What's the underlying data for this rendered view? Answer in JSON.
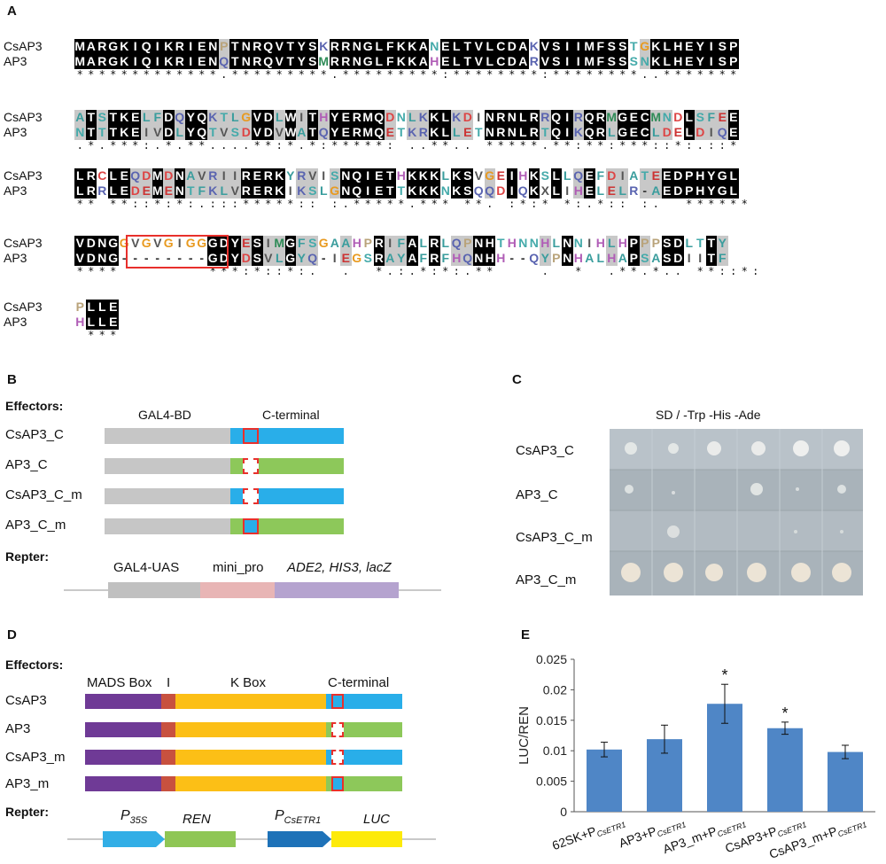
{
  "panels": {
    "A": "A",
    "B": "B",
    "C": "C",
    "D": "D",
    "E": "E"
  },
  "alignment": {
    "blocks": [
      {
        "row1_name": "CsAP3",
        "row2_name": "AP3",
        "row1": "MARGKIQIKRIENPTNRQVTYSKRRNGLFKKANELTVLCDAKVSIIMFSSTGKLHEYISP",
        "row2": "MARGKIQIKRIENQTNRQVTYSMRRNGLFKKAHELTVLCDARVSIIMFSSSNKLHEYISP",
        "cons": "*************.*********.*********:********:********..*******"
      },
      {
        "row1_name": "CsAP3",
        "row2_name": "AP3",
        "row1": "ATSTKELFDQYQKTLGVDLWITHYERMQDNLKKLKDINRNLRRQIRQRMGECMNDLSFEE",
        "row2": "NTTTKEIVDLYQTVSDVDVWATQYERMQETKRKLLETNRNLRTQIKQRLGECLDELDIQE",
        "cons": ".*.***:.*.**....**:*.*:*****: ..**.. *****.**:**:***::*:.::*"
      },
      {
        "row1_name": "CsAP3",
        "row2_name": "AP3",
        "row1": "LRCLEQDMDNAVRIIRERKYRVISNQIETHKKKLKSVGEIHKSLLQEFDIATEEDPHYGL",
        "row2": "LRRLEDEMENTFKLVRERKIKSLGNQIETTKKKNKSQQDIQKXLIHELELR-AEDPHYGL",
        "cons": "** **::*:*:.:::*****:: :.*****.*** **. :*:* *:.*:: :.  ******"
      },
      {
        "row1_name": "CsAP3",
        "row2_name": "AP3",
        "row1": "VDNGGVGVGIGGGDYESIMGFSGAAHPRIFALRLQPNHTHNNHLNNIHLHPPPSDLTTY",
        "row2": "VDNG--------GDYDSVLGYQ-IEGSRAYAFRFHQNHH--QYPNHALHAPSASDIITF",
        "cons": "****        ***:*::*:.  .  *.:.*:*:.**    .  *  .**.*.. **::*:"
      },
      {
        "row1_name": "CsAP3",
        "row2_name": "AP3",
        "row1": "PLLE",
        "row2": "HLLE",
        "cons": " ***"
      }
    ]
  },
  "panel_b": {
    "effectors_label": "Effectors:",
    "gal4_bd_label": "GAL4-BD",
    "c_terminal_label": "C-terminal",
    "constructs": [
      "CsAP3_C",
      "AP3_C",
      "CsAP3_C_m",
      "AP3_C_m"
    ],
    "repter_label": "Repter:",
    "reporter_parts": [
      "GAL4-UAS",
      "mini_pro",
      "ADE2, HIS3, lacZ"
    ]
  },
  "panel_c": {
    "title": "SD / -Trp -His -Ade",
    "rows": [
      "CsAP3_C",
      "AP3_C",
      "CsAP3_C_m",
      "AP3_C_m"
    ]
  },
  "panel_d": {
    "effectors_label": "Effectors:",
    "domain_labels": [
      "MADS Box",
      "I",
      "K Box",
      "C-terminal"
    ],
    "constructs": [
      "CsAP3",
      "AP3",
      "CsAP3_m",
      "AP3_m"
    ],
    "repter_label": "Repter:",
    "p35s_main": "P",
    "p35s_sub": "35S",
    "ren_label": "REN",
    "pcsetr1_main": "P",
    "pcsetr1_sub": "CsETR1",
    "luc_label": "LUC"
  },
  "colors": {
    "gray_bar": "#c6c6c6",
    "blue": "#29aee9",
    "green": "#8dc85a",
    "red_box": "#e8302c",
    "purple": "#6f3a96",
    "brick": "#c8513f",
    "orange": "#fcbf16",
    "p35s": "#32aee6",
    "ren": "#8fc655",
    "pcsetr1": "#1e72b8",
    "luc": "#fdea0a",
    "gal4_uas": "#c0c0c0",
    "mini_pro": "#e8b5b5",
    "ade2": "#b5a3cf",
    "chart_bar": "#4f86c6"
  },
  "chart_data": {
    "type": "bar",
    "categories": [
      {
        "main": "62SK+P",
        "sub": "CsETR1"
      },
      {
        "main": "AP3+P",
        "sub": "CsETR1"
      },
      {
        "main": "AP3_m+P",
        "sub": "CsETR1"
      },
      {
        "main": "CsAP3+P",
        "sub": "CsETR1"
      },
      {
        "main": "CsAP3_m+P",
        "sub": "CsETR1"
      }
    ],
    "values": [
      0.0102,
      0.0119,
      0.0177,
      0.0137,
      0.0098
    ],
    "errors": [
      0.0012,
      0.0023,
      0.0032,
      0.001,
      0.0011
    ],
    "significance": [
      "",
      "",
      "*",
      "*",
      ""
    ],
    "ylabel": "LUC/REN",
    "ylim": [
      0,
      0.025
    ],
    "yticks": [
      "0",
      "0.005",
      "0.01",
      "0.015",
      "0.02",
      "0.025"
    ],
    "ytick_values": [
      0,
      0.005,
      0.01,
      0.015,
      0.02,
      0.025
    ]
  }
}
